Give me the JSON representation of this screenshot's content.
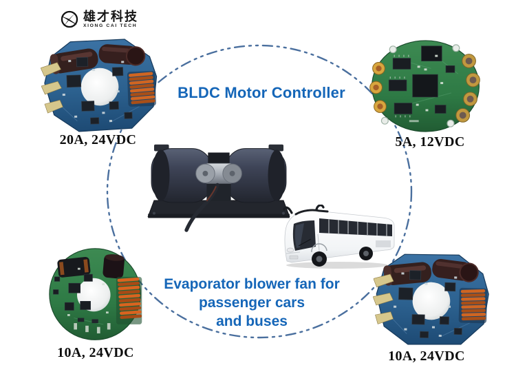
{
  "logo": {
    "icon": "xiongcai-x-logo-icon",
    "chinese": "雄才科技",
    "english": "XIONG CAI TECH"
  },
  "heading": {
    "text": "BLDC Motor Controller",
    "color": "#1566b8"
  },
  "caption": {
    "line1": "Evaporator blower fan for",
    "line2": "passenger cars",
    "line3": "and buses",
    "color": "#1566b8"
  },
  "controllers": [
    {
      "position": "top-left",
      "label": "20A, 24VDC",
      "board": "blue-octagon-pcb"
    },
    {
      "position": "top-right",
      "label": "5A, 12VDC",
      "board": "green-round-pcb"
    },
    {
      "position": "bottom-left",
      "label": "10A, 24VDC",
      "board": "green-round-pcb"
    },
    {
      "position": "bottom-right",
      "label": "10A, 24VDC",
      "board": "blue-octagon-pcb"
    }
  ],
  "images": {
    "blower": "dual-evaporator-blower-fan-assembly",
    "bus": "white-passenger-coach-bus"
  },
  "ring": {
    "color": "#4a6f9e",
    "style": "dash-dot-dot"
  }
}
